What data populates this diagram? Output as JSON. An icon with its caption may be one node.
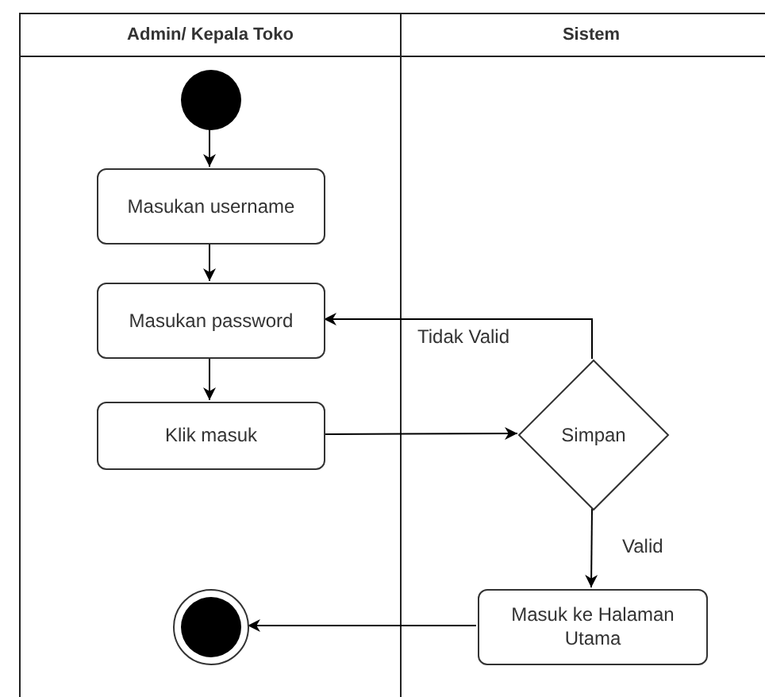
{
  "diagram": {
    "nodes": [
      {
        "text": [
          "Admin/ Kepala Toko"
        ]
      },
      {
        "text": [
          "Sistem"
        ]
      },
      {
        "text": [],
        "shape": "circle",
        "in": 0
      },
      {
        "text": [
          "Masukan username"
        ],
        "in": 0
      },
      {
        "text": [
          "Masukan password"
        ],
        "in": 0
      },
      {
        "text": [
          "Klik masuk"
        ],
        "in": 0
      },
      {
        "text": [
          "Simpan"
        ],
        "in": 1
      },
      {
        "text": [
          "Masuk ke Halaman Utama"
        ],
        "in": 1
      },
      {
        "text": [],
        "shape": "circle",
        "in": 0
      }
    ],
    "edges": [
      {
        "from": 2,
        "to": 3,
        "arrow": "to"
      },
      {
        "from": 3,
        "to": 4,
        "arrow": "to"
      },
      {
        "from": 4,
        "to": 5,
        "arrow": "to"
      },
      {
        "from": 5,
        "to": 6,
        "arrow": "to"
      },
      {
        "from": 6,
        "to": 4,
        "arrow": "to",
        "label": "Tidak Valid"
      },
      {
        "from": 6,
        "to": 7,
        "arrow": "to",
        "label": "Valid"
      },
      {
        "from": 7,
        "to": 8,
        "arrow": "to"
      }
    ]
  }
}
